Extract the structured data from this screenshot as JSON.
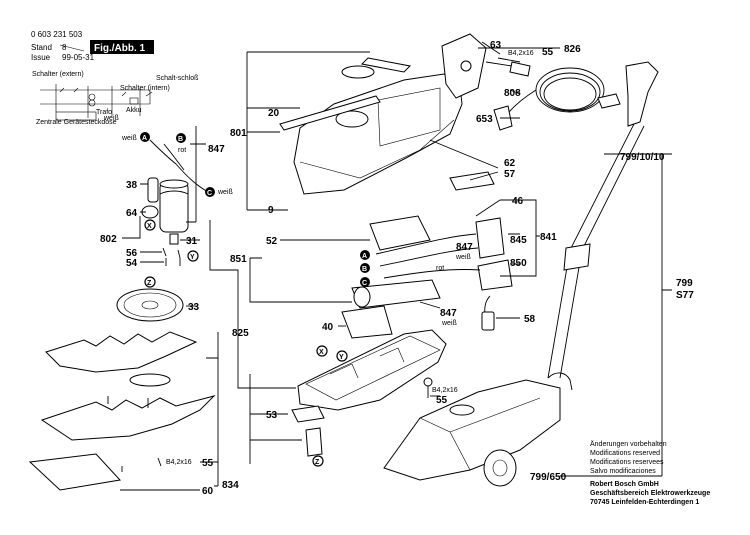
{
  "header": {
    "number": "0 603 231 503",
    "stand_label": "Stand",
    "issue_label": "Issue",
    "stand_code": "8",
    "date": "99-05-31",
    "fig_label": "Fig./Abb. 1"
  },
  "schematic": {
    "schalter_extern": "Schalter (extern)",
    "schalter_intern": "Schalter (intern)",
    "schalt_schloss": "Schalt-schloß",
    "trafo": "Trafo",
    "akku": "Akku",
    "zentrale": "Zentrale Gerätesteckdose",
    "weiss": "weiß"
  },
  "labels": {
    "p63": "63",
    "p826": "826",
    "p55a": "55",
    "p808": "808",
    "p653": "653",
    "b42a": "B4,2x16",
    "p20": "20",
    "p801": "801",
    "p9": "9",
    "p62": "62",
    "p57": "57",
    "p847a": "847",
    "p38": "38",
    "p64": "64",
    "p802": "802",
    "p31": "31",
    "p56": "56",
    "p54": "54",
    "p33": "33",
    "p825": "825",
    "p52": "52",
    "p851": "851",
    "p46": "46",
    "p841": "841",
    "p845": "845",
    "p850": "850",
    "p847b": "847",
    "p847c": "847",
    "p58": "58",
    "p40": "40",
    "p799a": "799/10/10",
    "p799b": "799",
    "s77": "S77",
    "b42b": "B4,2x16",
    "p55b": "55",
    "p53": "53",
    "b42c": "B4,2x16",
    "p55c": "55",
    "p834": "834",
    "p60": "60",
    "p799c": "799/650",
    "weiss1": "weiß",
    "rot1": "rot",
    "weiss2": "weiß",
    "rot2": "rot",
    "weiss3": "weiß",
    "weiss4": "weiß",
    "A": "A",
    "B": "B",
    "C": "C",
    "X": "X",
    "Y": "Y",
    "Z": "Z"
  },
  "footer": {
    "line1": "Änderungen vorbehalten",
    "line2": "Modifications reserved",
    "line3": "Modifications reservees",
    "line4": "Salvo modificaciones",
    "line5": "Robert Bosch GmbH",
    "line6": "Geschäftsbereich Elektrowerkzeuge",
    "line7": "70745 Leinfelden-Echterdingen 1"
  }
}
